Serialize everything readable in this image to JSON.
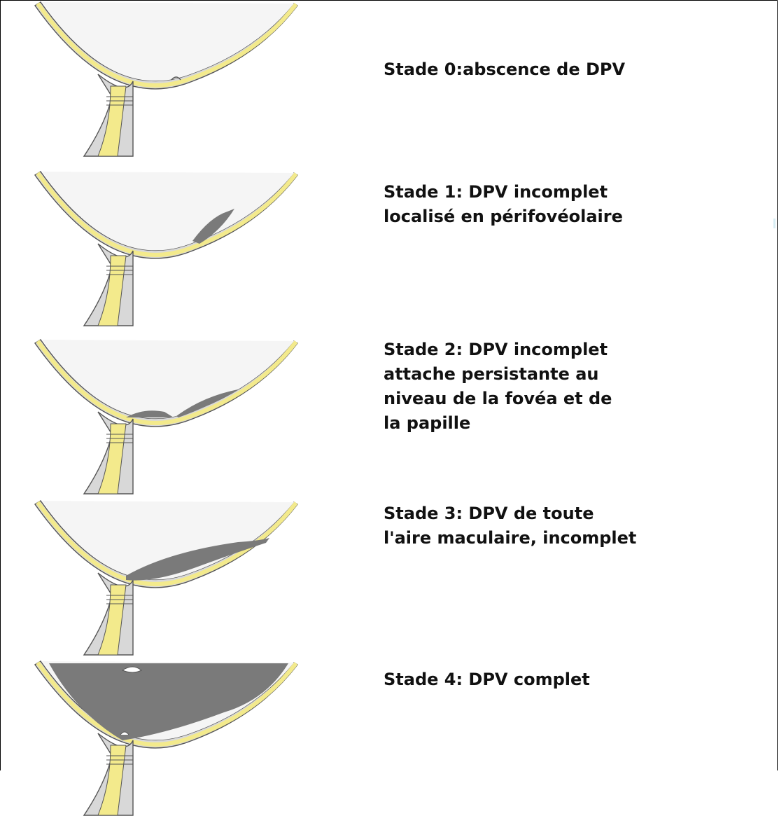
{
  "colors": {
    "vitreous": "#f5f5f5",
    "outer_layer": "#d8d8d8",
    "retina": "#f3ea8c",
    "outline": "#555555",
    "detached_gel": "#7a7a7a"
  },
  "stages": [
    {
      "label": "Stade 0:abscence de DPV",
      "icon": "eye-diagram-stage-0"
    },
    {
      "label": "Stade 1: DPV incomplet\nlocalisé en périfovéolaire",
      "icon": "eye-diagram-stage-1"
    },
    {
      "label": "Stade 2: DPV incomplet\nattache persistante au\nniveau de la fovéa et de\nla papille",
      "icon": "eye-diagram-stage-2"
    },
    {
      "label": "Stade 3: DPV de toute\nl'aire maculaire, incomplet",
      "icon": "eye-diagram-stage-3"
    },
    {
      "label": "Stade 4: DPV complet",
      "icon": "eye-diagram-stage-4"
    }
  ]
}
